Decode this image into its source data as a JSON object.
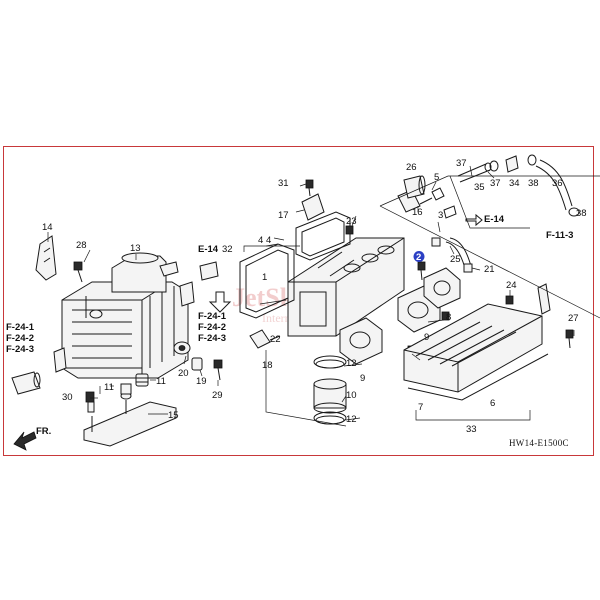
{
  "diagram_code": "HW14-E1500C",
  "front_arrow_label": "FR.",
  "watermark": {
    "line1": "JetSkis",
    "line2": "Intern..."
  },
  "highlight_color": "#2b3fc4",
  "border_color": "#c8383a",
  "section_refs": [
    {
      "id": "ref-f24-group-left-1",
      "text": "F-24-1"
    },
    {
      "id": "ref-f24-group-left-2",
      "text": "F-24-2"
    },
    {
      "id": "ref-f24-group-left-3",
      "text": "F-24-3"
    },
    {
      "id": "ref-f24-group-mid-1",
      "text": "F-24-1"
    },
    {
      "id": "ref-f24-group-mid-2",
      "text": "F-24-2"
    },
    {
      "id": "ref-f24-group-mid-3",
      "text": "F-24-3"
    },
    {
      "id": "ref-e14-left",
      "text": "E-14"
    },
    {
      "id": "ref-e14-right",
      "text": "E-14"
    },
    {
      "id": "ref-f11-3",
      "text": "F-11-3"
    }
  ],
  "callouts": [
    {
      "id": "c1",
      "text": "1"
    },
    {
      "id": "c2",
      "text": "2",
      "highlight": true
    },
    {
      "id": "c3",
      "text": "3"
    },
    {
      "id": "c4a",
      "text": "4"
    },
    {
      "id": "c4b",
      "text": "4"
    },
    {
      "id": "c5",
      "text": "5"
    },
    {
      "id": "c6",
      "text": "6"
    },
    {
      "id": "c7",
      "text": "7"
    },
    {
      "id": "c8",
      "text": "8"
    },
    {
      "id": "c9a",
      "text": "9"
    },
    {
      "id": "c9b",
      "text": "9"
    },
    {
      "id": "c10",
      "text": "10"
    },
    {
      "id": "c11a",
      "text": "11"
    },
    {
      "id": "c11b",
      "text": "11"
    },
    {
      "id": "c12a",
      "text": "12"
    },
    {
      "id": "c12b",
      "text": "12"
    },
    {
      "id": "c13",
      "text": "13"
    },
    {
      "id": "c14",
      "text": "14"
    },
    {
      "id": "c15",
      "text": "15"
    },
    {
      "id": "c16",
      "text": "16"
    },
    {
      "id": "c17",
      "text": "17"
    },
    {
      "id": "c18",
      "text": "18"
    },
    {
      "id": "c19",
      "text": "19"
    },
    {
      "id": "c20",
      "text": "20"
    },
    {
      "id": "c21",
      "text": "21"
    },
    {
      "id": "c22",
      "text": "22"
    },
    {
      "id": "c23",
      "text": "23"
    },
    {
      "id": "c24",
      "text": "24"
    },
    {
      "id": "c25",
      "text": "25"
    },
    {
      "id": "c26",
      "text": "26"
    },
    {
      "id": "c27",
      "text": "27"
    },
    {
      "id": "c28",
      "text": "28"
    },
    {
      "id": "c29",
      "text": "29"
    },
    {
      "id": "c30",
      "text": "30"
    },
    {
      "id": "c31",
      "text": "31"
    },
    {
      "id": "c32",
      "text": "32"
    },
    {
      "id": "c33",
      "text": "33"
    },
    {
      "id": "c34",
      "text": "34"
    },
    {
      "id": "c35",
      "text": "35"
    },
    {
      "id": "c36",
      "text": "36"
    },
    {
      "id": "c37a",
      "text": "37"
    },
    {
      "id": "c37b",
      "text": "37"
    },
    {
      "id": "c38a",
      "text": "38"
    },
    {
      "id": "c38b",
      "text": "38"
    }
  ]
}
